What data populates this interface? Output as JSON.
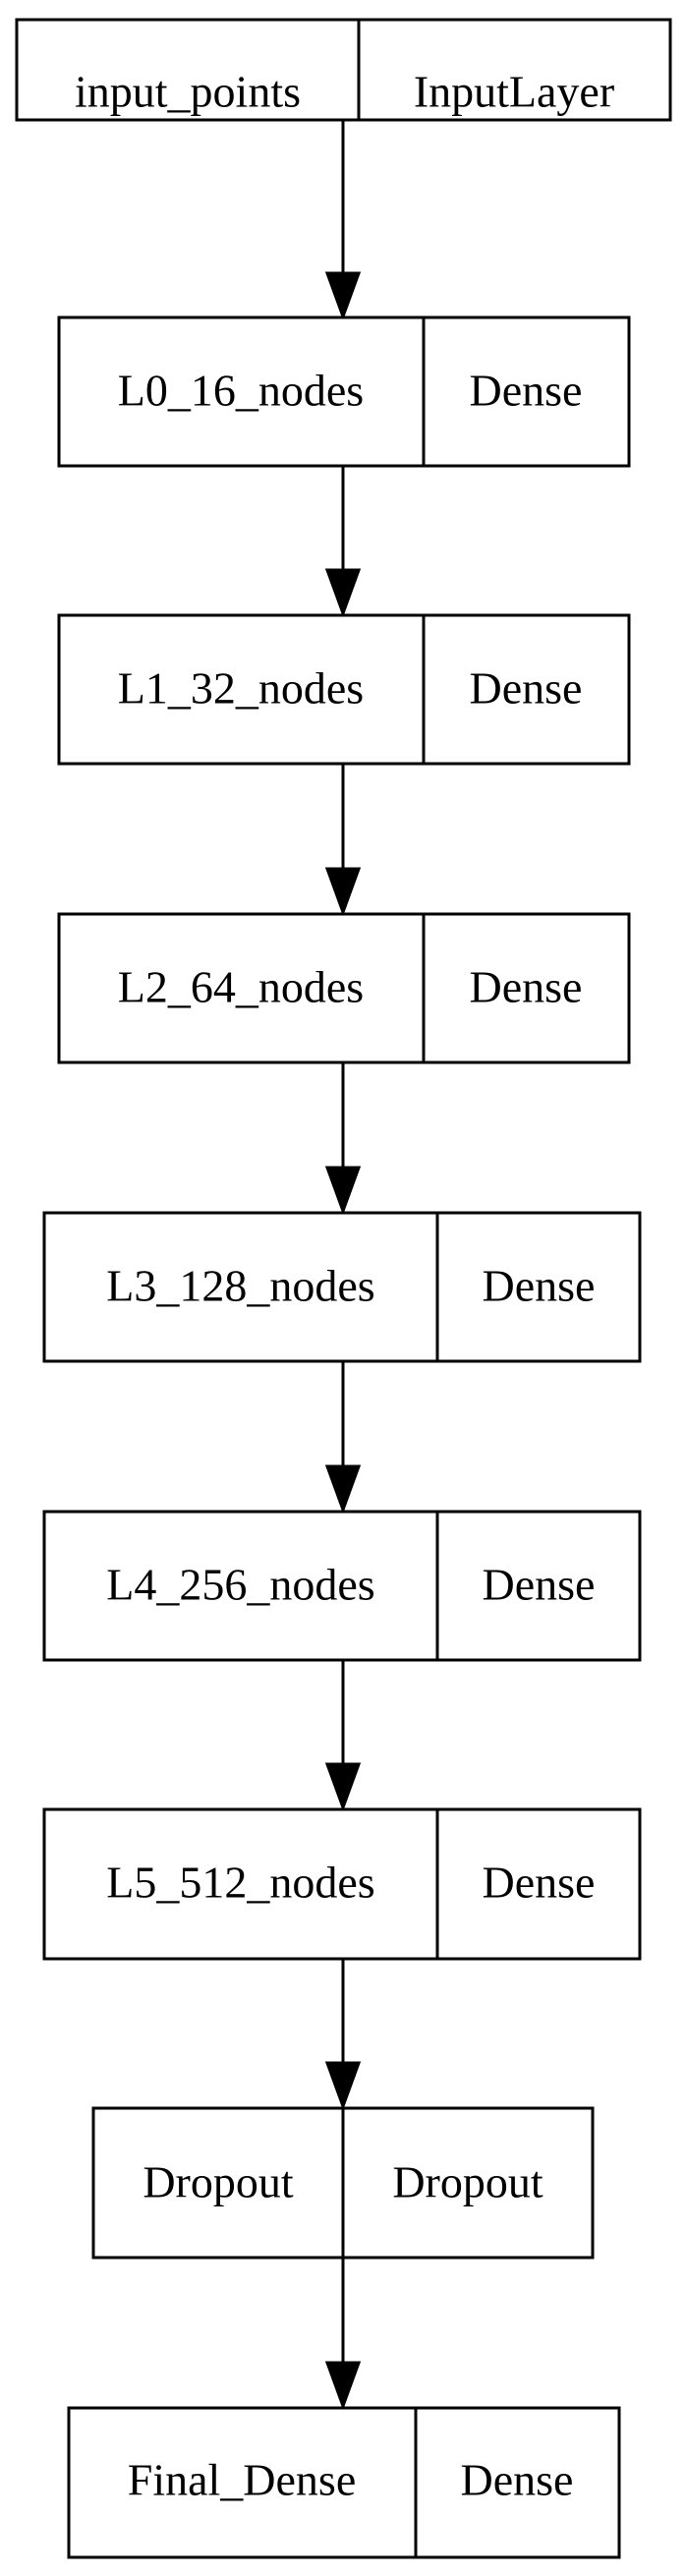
{
  "nodes": [
    {
      "id": "input_points",
      "name": "input_points",
      "type": "InputLayer"
    },
    {
      "id": "L0_16_nodes",
      "name": "L0_16_nodes",
      "type": "Dense"
    },
    {
      "id": "L1_32_nodes",
      "name": "L1_32_nodes",
      "type": "Dense"
    },
    {
      "id": "L2_64_nodes",
      "name": "L2_64_nodes",
      "type": "Dense"
    },
    {
      "id": "L3_128_nodes",
      "name": "L3_128_nodes",
      "type": "Dense"
    },
    {
      "id": "L4_256_nodes",
      "name": "L4_256_nodes",
      "type": "Dense"
    },
    {
      "id": "L5_512_nodes",
      "name": "L5_512_nodes",
      "type": "Dense"
    },
    {
      "id": "Dropout",
      "name": "Dropout",
      "type": "Dropout"
    },
    {
      "id": "Final_Dense",
      "name": "Final_Dense",
      "type": "Dense"
    }
  ],
  "edges": [
    [
      "input_points",
      "L0_16_nodes"
    ],
    [
      "L0_16_nodes",
      "L1_32_nodes"
    ],
    [
      "L1_32_nodes",
      "L2_64_nodes"
    ],
    [
      "L2_64_nodes",
      "L3_128_nodes"
    ],
    [
      "L3_128_nodes",
      "L4_256_nodes"
    ],
    [
      "L4_256_nodes",
      "L5_512_nodes"
    ],
    [
      "L5_512_nodes",
      "Dropout"
    ],
    [
      "Dropout",
      "Final_Dense"
    ]
  ]
}
